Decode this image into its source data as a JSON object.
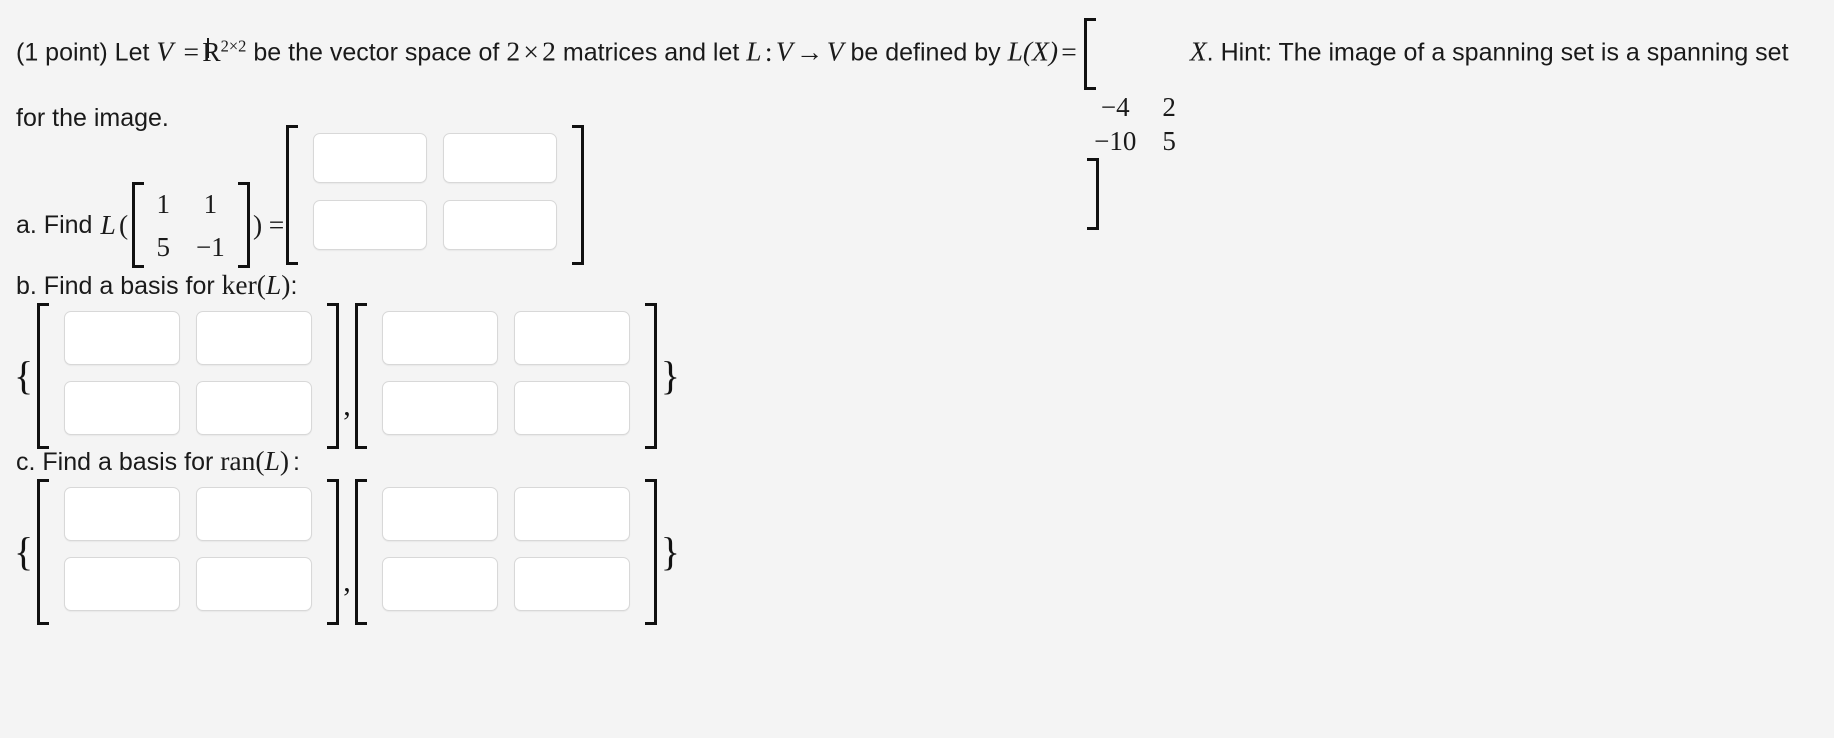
{
  "problem": {
    "points_label": "(1 point)",
    "statement_parts": {
      "lead": "Let",
      "V": "V",
      "equals": "=",
      "reals": "R",
      "reals_exponent": "2×2",
      "middle1": "be the vector space of",
      "two": "2",
      "times": "×",
      "two_b": "2",
      "middle2": "matrices and let",
      "L": "L",
      "colon": ":",
      "V2": "V",
      "arrow": "→",
      "V3": "V",
      "middle3": "be defined by",
      "LX": "L(X)",
      "equals2": "=",
      "X": "X",
      "period": ".",
      "hint_label": "Hint:",
      "hint_text": "The image of a spanning set is a spanning set for the image."
    },
    "transform_matrix": {
      "rows": [
        [
          "−4",
          "2"
        ],
        [
          "−10",
          "5"
        ]
      ]
    }
  },
  "parts": {
    "a": {
      "label_prefix": "a. Find",
      "function_name": "L",
      "open_paren": "(",
      "close_paren": ")",
      "equals": "=",
      "input_matrix": {
        "rows": [
          [
            "1",
            "1"
          ],
          [
            "5",
            "−1"
          ]
        ]
      },
      "answer_inputs": [
        {
          "name": "a-r1c1",
          "value": "",
          "placeholder": ""
        },
        {
          "name": "a-r1c2",
          "value": "",
          "placeholder": ""
        },
        {
          "name": "a-r2c1",
          "value": "",
          "placeholder": ""
        },
        {
          "name": "a-r2c2",
          "value": "",
          "placeholder": ""
        }
      ]
    },
    "b": {
      "label": "b. Find a basis for",
      "operator": "ker",
      "operator_arg_open": "(",
      "operator_arg": "L",
      "operator_arg_close": ")",
      "colon": ":",
      "open_brace": "{",
      "separator": ",",
      "close_brace": "}",
      "matrix1_inputs": [
        {
          "name": "b-m1-r1c1",
          "value": "",
          "placeholder": ""
        },
        {
          "name": "b-m1-r1c2",
          "value": "",
          "placeholder": ""
        },
        {
          "name": "b-m1-r2c1",
          "value": "",
          "placeholder": ""
        },
        {
          "name": "b-m1-r2c2",
          "value": "",
          "placeholder": ""
        }
      ],
      "matrix2_inputs": [
        {
          "name": "b-m2-r1c1",
          "value": "",
          "placeholder": ""
        },
        {
          "name": "b-m2-r1c2",
          "value": "",
          "placeholder": ""
        },
        {
          "name": "b-m2-r2c1",
          "value": "",
          "placeholder": ""
        },
        {
          "name": "b-m2-r2c2",
          "value": "",
          "placeholder": ""
        }
      ]
    },
    "c": {
      "label": "c. Find a basis for",
      "operator": "ran",
      "operator_arg_open": "(",
      "operator_arg": "L",
      "operator_arg_close": ")",
      "colon": ":",
      "open_brace": "{",
      "separator": ",",
      "close_brace": "}",
      "matrix1_inputs": [
        {
          "name": "c-m1-r1c1",
          "value": "",
          "placeholder": ""
        },
        {
          "name": "c-m1-r1c2",
          "value": "",
          "placeholder": ""
        },
        {
          "name": "c-m1-r2c1",
          "value": "",
          "placeholder": ""
        },
        {
          "name": "c-m1-r2c2",
          "value": "",
          "placeholder": ""
        }
      ],
      "matrix2_inputs": [
        {
          "name": "c-m2-r1c1",
          "value": "",
          "placeholder": ""
        },
        {
          "name": "c-m2-r1c2",
          "value": "",
          "placeholder": ""
        },
        {
          "name": "c-m2-r2c1",
          "value": "",
          "placeholder": ""
        },
        {
          "name": "c-m2-r2c2",
          "value": "",
          "placeholder": ""
        }
      ]
    }
  },
  "colors": {
    "background": "#f4f4f4",
    "text": "#1a1a1a",
    "input_background": "#ffffff",
    "input_border": "#d8d8d8",
    "bracket": "#111111"
  }
}
